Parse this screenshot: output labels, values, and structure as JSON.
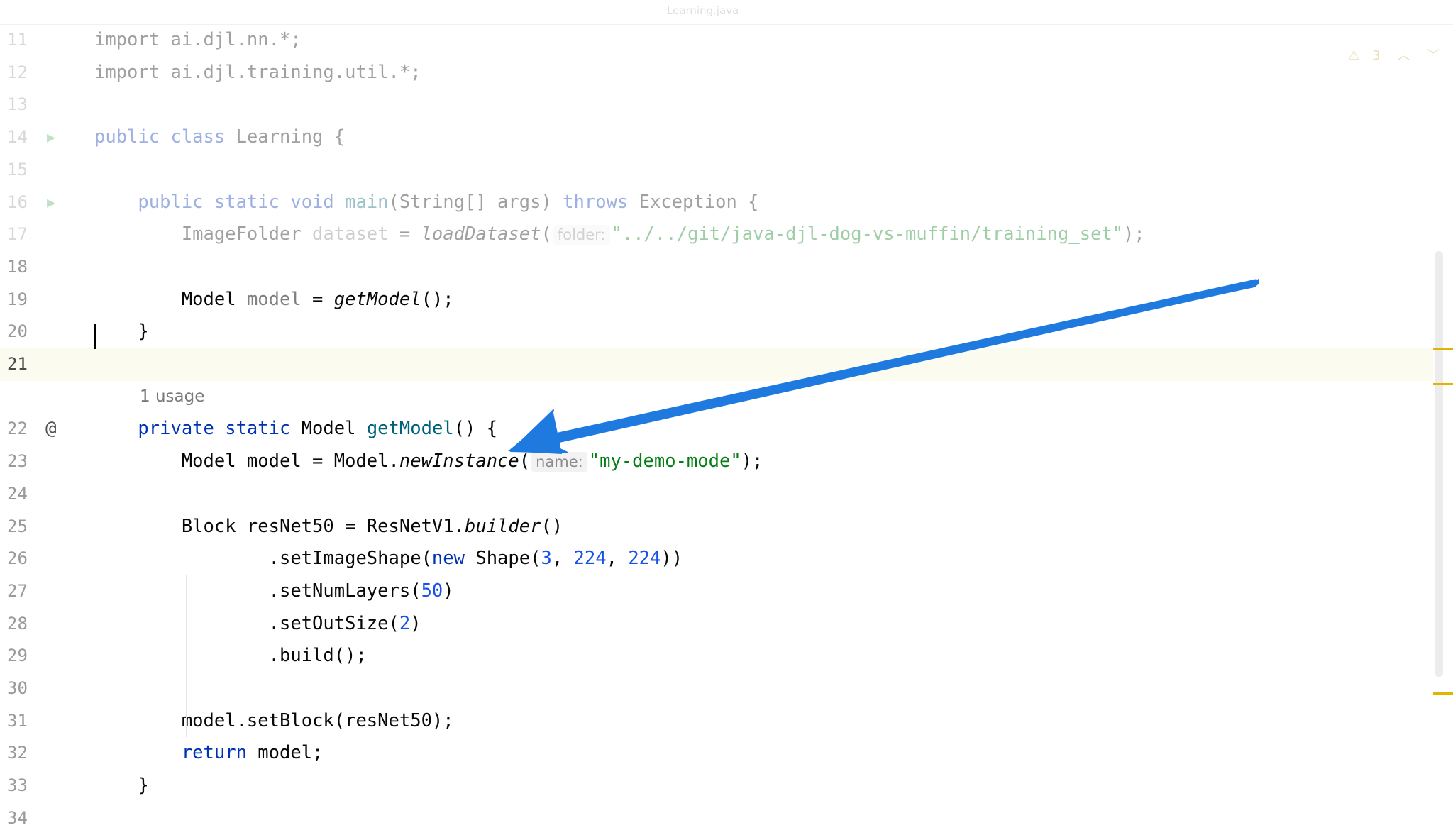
{
  "window": {
    "tab_title": "Learning.java"
  },
  "inspection": {
    "warning_icon": "warning-triangle-icon",
    "warning_count": "3",
    "up_icon": "chevron-up-icon",
    "down_icon": "chevron-down-icon"
  },
  "editor": {
    "lines": [
      {
        "num": "11",
        "parts": [
          {
            "t": "import ai.djl.nn.*;",
            "c": ""
          }
        ],
        "faded": true
      },
      {
        "num": "12",
        "parts": [
          {
            "t": "import ai.djl.training.util.*;",
            "c": ""
          }
        ],
        "faded": true
      },
      {
        "num": "13",
        "parts": [],
        "faded": true
      },
      {
        "num": "14",
        "parts": [
          {
            "t": "public class ",
            "c": "kw"
          },
          {
            "t": "Learning {",
            "c": ""
          }
        ],
        "faded": true,
        "gutter": "run-icon"
      },
      {
        "num": "15",
        "parts": [],
        "faded": true
      },
      {
        "num": "16",
        "parts": [
          {
            "t": "    public static void ",
            "c": "kw"
          },
          {
            "t": "main",
            "c": "fn"
          },
          {
            "t": "(String[] args) ",
            "c": ""
          },
          {
            "t": "throws ",
            "c": "kw"
          },
          {
            "t": "Exception {",
            "c": ""
          }
        ],
        "faded": true,
        "gutter": "run-icon"
      },
      {
        "num": "17",
        "parts": [
          {
            "t": "        ImageFolder ",
            "c": ""
          },
          {
            "t": "dataset",
            "c": "var"
          },
          {
            "t": " = ",
            "c": ""
          },
          {
            "t": "loadDataset",
            "c": "static"
          },
          {
            "t": "(",
            "c": ""
          },
          {
            "t": "folder:",
            "c": "hint"
          },
          {
            "t": "\"../../git/java-djl-dog-vs-muffin/training_set\"",
            "c": "str"
          },
          {
            "t": ");",
            "c": ""
          }
        ],
        "faded": true
      },
      {
        "num": "18",
        "parts": []
      },
      {
        "num": "19",
        "parts": [
          {
            "t": "        Model ",
            "c": ""
          },
          {
            "t": "model",
            "c": "var"
          },
          {
            "t": " = ",
            "c": ""
          },
          {
            "t": "getModel",
            "c": "static"
          },
          {
            "t": "();",
            "c": ""
          }
        ]
      },
      {
        "num": "20",
        "parts": [
          {
            "t": "    }",
            "c": ""
          }
        ]
      },
      {
        "num": "21",
        "parts": [],
        "current": true
      },
      {
        "num": "",
        "usage": "1 usage"
      },
      {
        "num": "22",
        "parts": [
          {
            "t": "    private static ",
            "c": "kw"
          },
          {
            "t": "Model ",
            "c": ""
          },
          {
            "t": "getModel",
            "c": "fn"
          },
          {
            "t": "() {",
            "c": ""
          }
        ],
        "gutter": "at-icon"
      },
      {
        "num": "23",
        "parts": [
          {
            "t": "        Model model = Model.",
            "c": ""
          },
          {
            "t": "newInstance",
            "c": "static"
          },
          {
            "t": "(",
            "c": ""
          },
          {
            "t": "name:",
            "c": "hint"
          },
          {
            "t": "\"my-demo-mode\"",
            "c": "str"
          },
          {
            "t": ");",
            "c": ""
          }
        ]
      },
      {
        "num": "24",
        "parts": []
      },
      {
        "num": "25",
        "parts": [
          {
            "t": "        Block resNet50 = ResNetV1.",
            "c": ""
          },
          {
            "t": "builder",
            "c": "static"
          },
          {
            "t": "()",
            "c": ""
          }
        ]
      },
      {
        "num": "26",
        "parts": [
          {
            "t": "                .setImageShape(",
            "c": ""
          },
          {
            "t": "new ",
            "c": "kw"
          },
          {
            "t": "Shape(",
            "c": ""
          },
          {
            "t": "3",
            "c": "num"
          },
          {
            "t": ", ",
            "c": ""
          },
          {
            "t": "224",
            "c": "num"
          },
          {
            "t": ", ",
            "c": ""
          },
          {
            "t": "224",
            "c": "num"
          },
          {
            "t": "))",
            "c": ""
          }
        ]
      },
      {
        "num": "27",
        "parts": [
          {
            "t": "                .setNumLayers(",
            "c": ""
          },
          {
            "t": "50",
            "c": "num"
          },
          {
            "t": ")",
            "c": ""
          }
        ]
      },
      {
        "num": "28",
        "parts": [
          {
            "t": "                .setOutSize(",
            "c": ""
          },
          {
            "t": "2",
            "c": "num"
          },
          {
            "t": ")",
            "c": ""
          }
        ]
      },
      {
        "num": "29",
        "parts": [
          {
            "t": "                .build();",
            "c": ""
          }
        ]
      },
      {
        "num": "30",
        "parts": []
      },
      {
        "num": "31",
        "parts": [
          {
            "t": "        model.setBlock(resNet50);",
            "c": ""
          }
        ]
      },
      {
        "num": "32",
        "parts": [
          {
            "t": "        return ",
            "c": "kw"
          },
          {
            "t": "model;",
            "c": ""
          }
        ]
      },
      {
        "num": "33",
        "parts": [
          {
            "t": "    }",
            "c": ""
          }
        ]
      },
      {
        "num": "34",
        "parts": []
      }
    ]
  },
  "annotation": {
    "arrow_color": "#1f7ae0"
  },
  "colors": {
    "keyword": "#0033b3",
    "string": "#067d17",
    "number": "#1750eb",
    "function": "#00627a"
  }
}
